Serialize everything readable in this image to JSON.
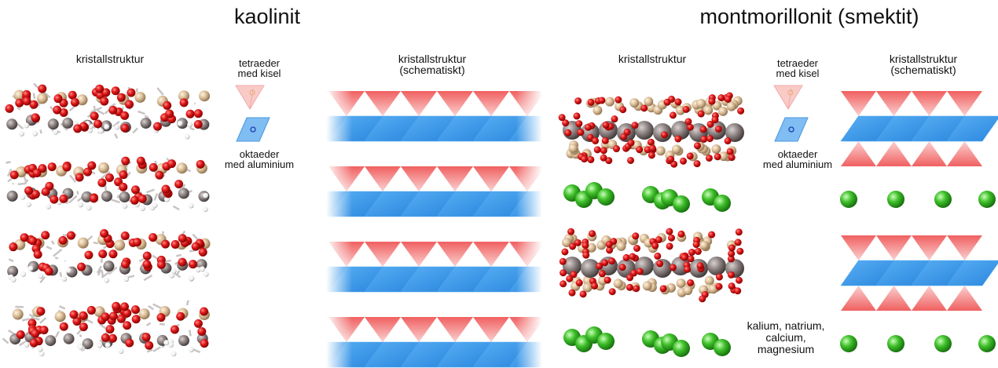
{
  "kaolinite": {
    "title": "kaolinit",
    "crystal_label": "kristallstruktur",
    "schematic_label": [
      "kristallstruktur",
      "(schematiskt)"
    ],
    "layer_count": 4
  },
  "montmorillonite": {
    "title": "montmorillonit (smektit)",
    "crystal_label": "kristallstruktur",
    "schematic_label": [
      "kristallstruktur",
      "(schematiskt)"
    ],
    "layer_count": 2
  },
  "legend": {
    "tetrahedron": [
      "tetraeder",
      "med kisel"
    ],
    "octahedron": [
      "oktaeder",
      "med aluminium"
    ],
    "interlayer_cations": [
      "kalium, natrium,",
      "calcium,",
      "magnesium"
    ]
  },
  "colors": {
    "tetrahedron": "#f07a7a",
    "octahedron": "#3d9be8",
    "oxygen": "#d81b1b",
    "silicon": "#d9bc96",
    "aluminium": "#8a7f7f",
    "hydrogen": "#f4f4f4",
    "cation": "#3fbf2a"
  }
}
